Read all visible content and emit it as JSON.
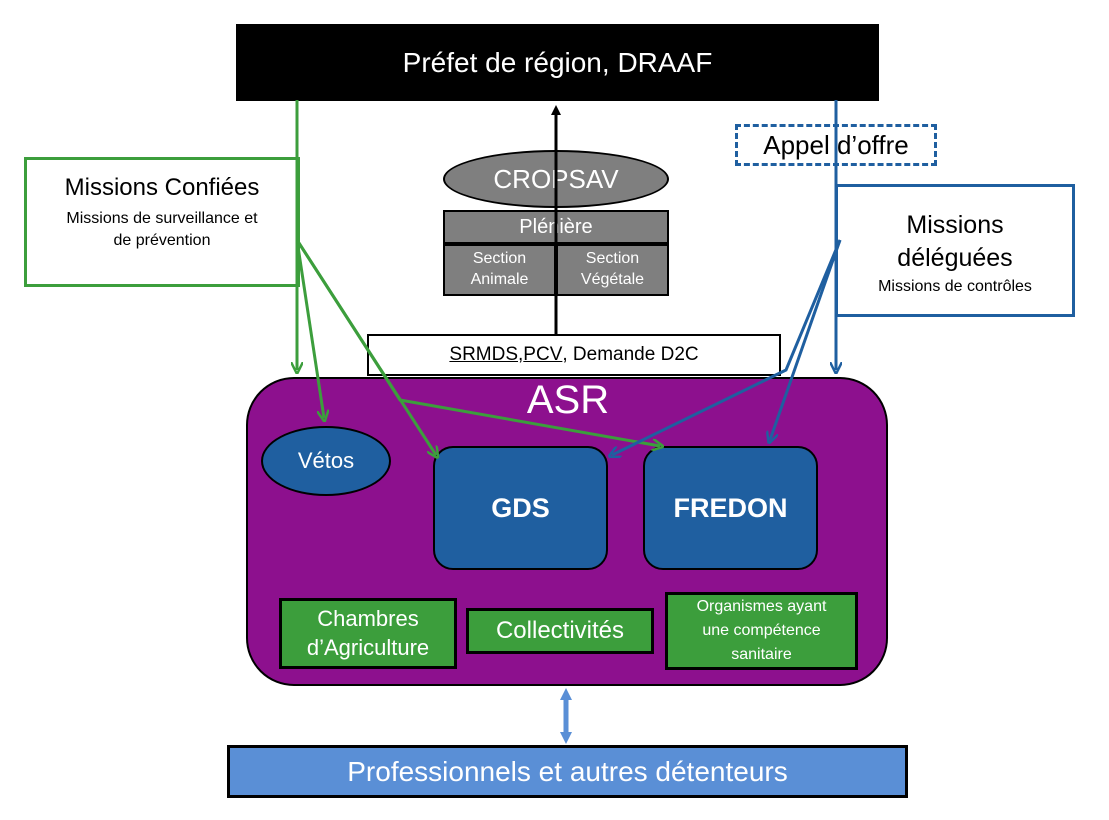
{
  "prefet": "Préfet de région, DRAAF",
  "appel_offre": "Appel d’offre",
  "cropsav": "CROPSAV",
  "pleniere": "Plénière",
  "section_animale": [
    "Section",
    "Animale"
  ],
  "section_vegetale": [
    "Section",
    "Végétale"
  ],
  "srmds": {
    "part1": "SRMDS",
    "sep1": ", ",
    "part2": "PCV",
    "part3": ", Demande D2C"
  },
  "missions_confiees": {
    "title": "Missions Confiées",
    "subtitle": "Missions de surveillance et de prévention"
  },
  "missions_deleguees": {
    "title": "Missions déléguées",
    "subtitle": "Missions de contrôles"
  },
  "asr": "ASR",
  "vetos": "Vétos",
  "gds": "GDS",
  "fredon": "FREDON",
  "chambres": [
    "Chambres",
    "d’Agriculture"
  ],
  "collectivites": "Collectivités",
  "organismes": [
    "Organismes ayant",
    "une compétence",
    "sanitaire"
  ],
  "professionnels": "Professionnels et autres détenteurs",
  "colors": {
    "green": "#3c9e3c",
    "blue": "#1f5fa0",
    "purple": "#8d108e",
    "grey": "#7f7f7f",
    "light_blue": "#5a8fd6"
  }
}
